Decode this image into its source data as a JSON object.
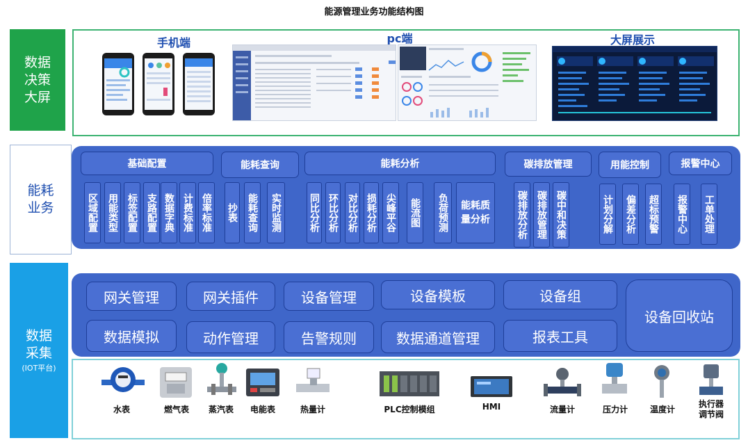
{
  "title": "能源管理业务功能结构图",
  "decision": {
    "side_label": "数据\n决策\n大屏",
    "mobile_label": "手机端",
    "pc_label": "pc端",
    "bigscreen_label": "大屏展示"
  },
  "business": {
    "side_label": "能耗\n业务",
    "groups": [
      {
        "header": "基础配置",
        "items": [
          "区域配置",
          "用能类型",
          "标签配置",
          "支路配置",
          "数据字典",
          "计费标准",
          "倍率标准"
        ]
      },
      {
        "header": "能耗查询",
        "items": [
          "抄表",
          "能耗查询",
          "实时监测"
        ]
      },
      {
        "header": "能耗分析",
        "items": [
          "同比分析",
          "环比分析",
          "对比分析",
          "损耗分析",
          "尖峰平谷",
          "能流图",
          "负荷预测",
          "能耗质量分析"
        ]
      },
      {
        "header": "碳排放管理",
        "items": [
          "碳排放分析",
          "碳排放管理",
          "碳中和决策"
        ]
      },
      {
        "header": "用能控制",
        "items": [
          "计划分解",
          "偏差分析",
          "超标预警"
        ]
      },
      {
        "header": "报警中心",
        "items": [
          "报警中心",
          "工单处理"
        ]
      }
    ]
  },
  "collection": {
    "side_label": "数据\n采集",
    "side_sub": "(IOT平台)",
    "row1": [
      "网关管理",
      "网关插件",
      "设备管理",
      "设备模板",
      "设备组"
    ],
    "row2": [
      "数据模拟",
      "动作管理",
      "告警规则",
      "数据通道管理",
      "报表工具"
    ],
    "recycle": "设备回收站"
  },
  "devices": [
    {
      "label": "水表",
      "icon": "water-meter-icon"
    },
    {
      "label": "燃气表",
      "icon": "gas-meter-icon"
    },
    {
      "label": "蒸汽表",
      "icon": "steam-meter-icon"
    },
    {
      "label": "电能表",
      "icon": "electric-meter-icon"
    },
    {
      "label": "热量计",
      "icon": "heat-meter-icon"
    },
    {
      "label": "PLC控制模组",
      "icon": "plc-module-icon"
    },
    {
      "label": "HMI",
      "icon": "hmi-panel-icon"
    },
    {
      "label": "流量计",
      "icon": "flow-meter-icon"
    },
    {
      "label": "压力计",
      "icon": "pressure-gauge-icon"
    },
    {
      "label": "温度计",
      "icon": "temperature-transmitter-icon"
    },
    {
      "label": "执行器\n调节阀",
      "icon": "actuator-valve-icon"
    }
  ],
  "colors": {
    "decision_side": "#1fa34a",
    "business_side_text": "#1f4fb0",
    "collection_side": "#1aa0e6",
    "panel": "#3f66c9",
    "cell": "#4a6fd3"
  }
}
